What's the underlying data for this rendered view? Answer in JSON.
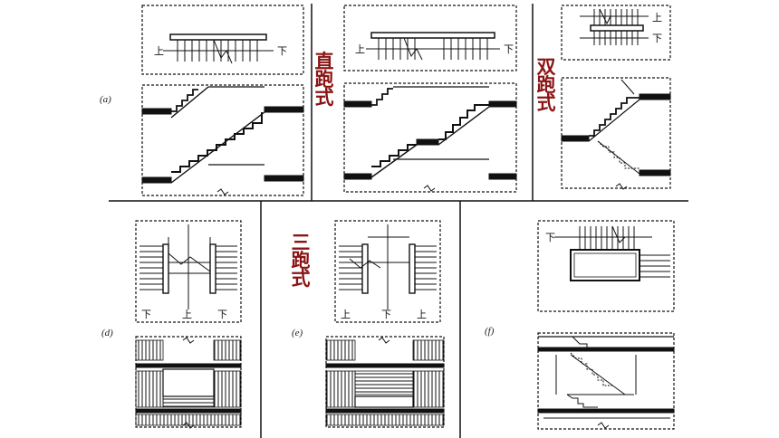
{
  "categories": {
    "straight": "直跑式",
    "double": "双跑式",
    "triple": "三跑式"
  },
  "figures": {
    "a": "(a)",
    "d": "(d)",
    "e": "(e)",
    "f": "(f)"
  },
  "plan_labels": {
    "up": "上",
    "down": "下"
  },
  "colors": {
    "label": "#8b1414",
    "ink": "#111111"
  }
}
